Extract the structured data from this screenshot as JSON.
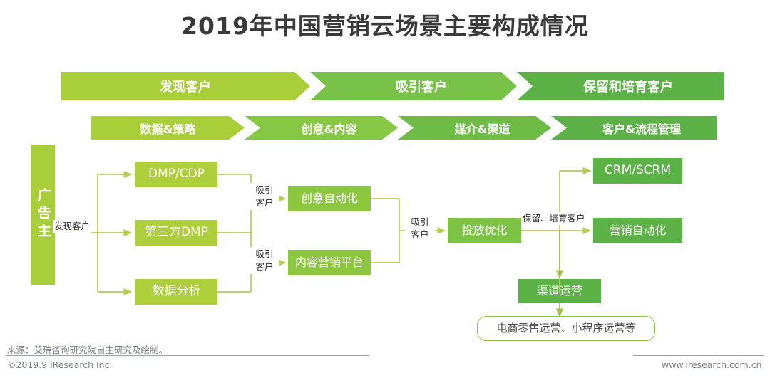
{
  "title": "2019年中国营销云场景主要构成情况",
  "colors": {
    "green_light": "#A8CE3A",
    "green_mid": "#8DC63F",
    "green_dark": "#5CB246",
    "green_node_light": "#AFCE3C",
    "green_node_mid": "#8DC63F",
    "green_node_dark": "#5CB246",
    "wire": "#B5CC55",
    "text_dark": "#3a3a3a",
    "footer_text": "#7b7f85"
  },
  "stage_banner": {
    "name": "customer-lifecycle-banner",
    "segments": [
      {
        "label": "发现客户",
        "color": "#A8CE3A"
      },
      {
        "label": "吸引客户",
        "color": "#79C24A"
      },
      {
        "label": "保留和培育客户",
        "color": "#5CB246"
      }
    ]
  },
  "capability_banner": {
    "name": "capability-banner",
    "segments": [
      {
        "label": "数据&策略",
        "color": "#A8CE3A"
      },
      {
        "label": "创意&内容",
        "color": "#86C743"
      },
      {
        "label": "媒介&渠道",
        "color": "#6DBC45"
      },
      {
        "label": "客户&流程管理",
        "color": "#5CB246"
      }
    ]
  },
  "nodes": {
    "advertiser": {
      "label": "广告主",
      "color": "#A8CE3A"
    },
    "dmp_cdp": {
      "label": "DMP/CDP",
      "color": "#AFCE3C"
    },
    "third_party_dmp": {
      "label": "第三方DMP",
      "color": "#AFCE3C"
    },
    "data_analysis": {
      "label": "数据分析",
      "color": "#AFCE3C"
    },
    "creative_automation": {
      "label": "创意自动化",
      "color": "#8DC63F"
    },
    "content_marketing_platform": {
      "label": "内容营销平台",
      "color": "#8DC63F"
    },
    "delivery_optimization": {
      "label": "投放优化",
      "color": "#7CC244"
    },
    "crm_scrm": {
      "label": "CRM/SCRM",
      "color": "#5CB246"
    },
    "marketing_automation": {
      "label": "营销自动化",
      "color": "#5CB246"
    },
    "channel_operation": {
      "label": "渠道运营",
      "color": "#5CB246"
    },
    "channel_detail": {
      "label": "电商零售运营、小程序运营等"
    }
  },
  "edge_labels": {
    "discover": "发现客户",
    "attract_1": "吸引\n客户",
    "attract_1_line1": "吸引",
    "attract_1_line2": "客户",
    "attract_2_line1": "吸引",
    "attract_2_line2": "客户",
    "attract_3_line1": "吸引",
    "attract_3_line2": "客户",
    "retain": "保留、培育客户"
  },
  "footer": {
    "source": "来源：艾瑞咨询研究院自主研究及绘制。",
    "copyright": "©2019.9 iResearch Inc.",
    "website": "www.iresearch.com.cn"
  }
}
